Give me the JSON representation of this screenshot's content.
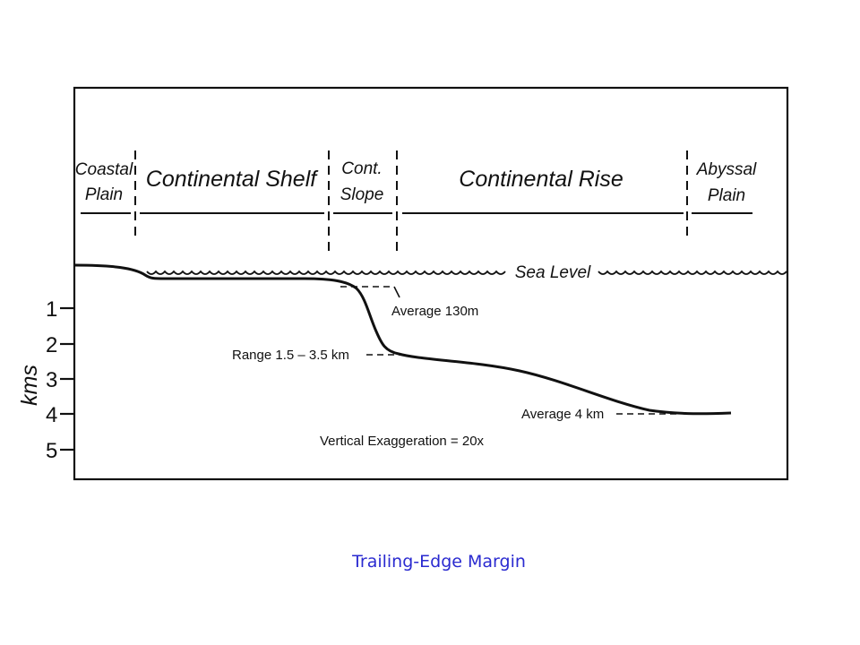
{
  "zones": [
    {
      "id": "coastal-plain",
      "lines": [
        "Coastal",
        "Plain"
      ]
    },
    {
      "id": "continental-shelf",
      "lines": [
        "Continental Shelf"
      ]
    },
    {
      "id": "continental-slope",
      "lines": [
        "Cont.",
        "Slope"
      ]
    },
    {
      "id": "continental-rise",
      "lines": [
        "Continental Rise"
      ]
    },
    {
      "id": "abyssal-plain",
      "lines": [
        "Abyssal",
        "Plain"
      ]
    }
  ],
  "sea_level_label": "Sea Level",
  "annotations": {
    "average_shelf_depth": "Average 130m",
    "range_slope_base": "Range 1.5 – 3.5 km",
    "average_abyssal_depth": "Average 4 km",
    "vertical_exaggeration": "Vertical Exaggeration = 20x"
  },
  "depth_axis": {
    "unit": "kms",
    "ticks": [
      "1",
      "2",
      "3",
      "4",
      "5"
    ]
  },
  "caption": "Trailing-Edge Margin"
}
